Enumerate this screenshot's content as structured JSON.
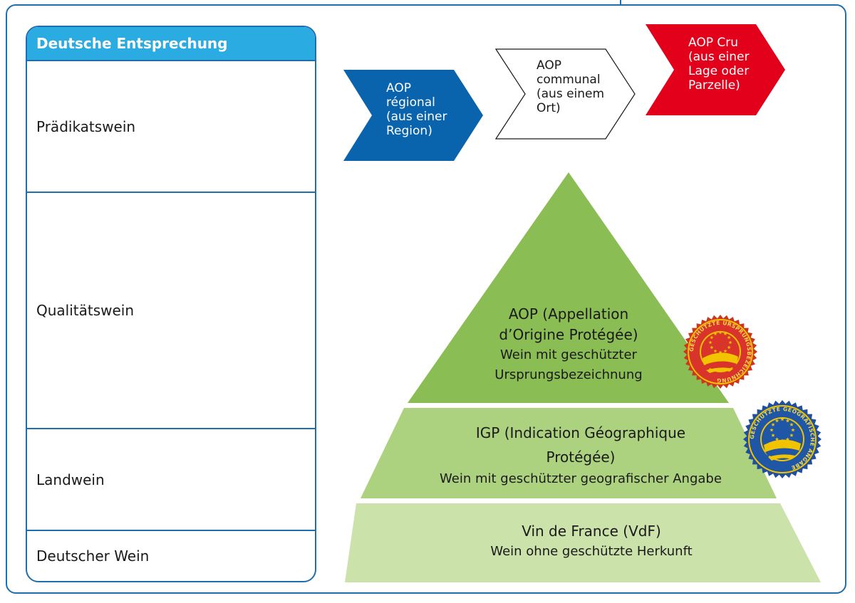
{
  "table": {
    "header": "Deutsche Entsprechung",
    "rows": [
      "Prädikatswein",
      "Qualitätswein",
      "Landwein",
      "Deutscher Wein"
    ]
  },
  "arrows": [
    {
      "title": "AOP",
      "title2": "régional",
      "sub": "(aus einer\nRegion)",
      "color": "#0a63ad"
    },
    {
      "title": "AOP",
      "title2": "communal",
      "sub": "(aus einem\nOrt)",
      "color": "#ffffff"
    },
    {
      "title": "AOP Cru",
      "title2": "",
      "sub": "(aus einer\nLage oder\nParzelle)",
      "color": "#e3001b"
    }
  ],
  "pyramid": {
    "aop": {
      "title": "AOP (Appellation\nd’Origine Protégée)",
      "sub": "Wein mit geschützter\nUrsprungsbezeichnung",
      "color": "#8bbd55"
    },
    "igp": {
      "title": "IGP (Indication Géographique\nProtégée)",
      "sub": "Wein mit geschützter geografischer Angabe",
      "color": "#add27f"
    },
    "vdf": {
      "title": "Vin de France (VdF)",
      "sub": "Wein ohne geschützte Herkunft",
      "color": "#cce2ab"
    }
  },
  "seals": [
    {
      "name": "eu-protected-designation-of-origin-seal",
      "label": "GESCHÜTZTE URSPRUNGSBEZEICHNUNG"
    },
    {
      "name": "eu-protected-geographical-indication-seal",
      "label": "GESCHÜTZTE GEOGRAFISCHE ANGABE"
    }
  ]
}
